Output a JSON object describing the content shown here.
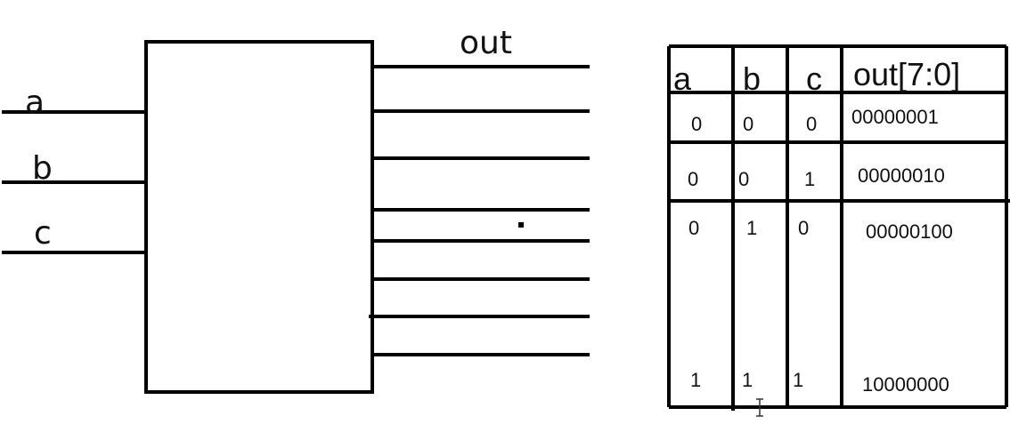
{
  "diagram": {
    "inputs": [
      "a",
      "b",
      "c"
    ],
    "output_label": "out"
  },
  "truth_table": {
    "headers": [
      "a",
      "b",
      "c",
      "out[7:0]"
    ],
    "rows": [
      [
        "0",
        "0",
        "0",
        "00000001"
      ],
      [
        "0",
        "0",
        "1",
        "00000010"
      ],
      [
        "0",
        "1",
        "0",
        "00000100"
      ],
      [
        "1",
        "1",
        "1",
        "10000000"
      ]
    ]
  }
}
